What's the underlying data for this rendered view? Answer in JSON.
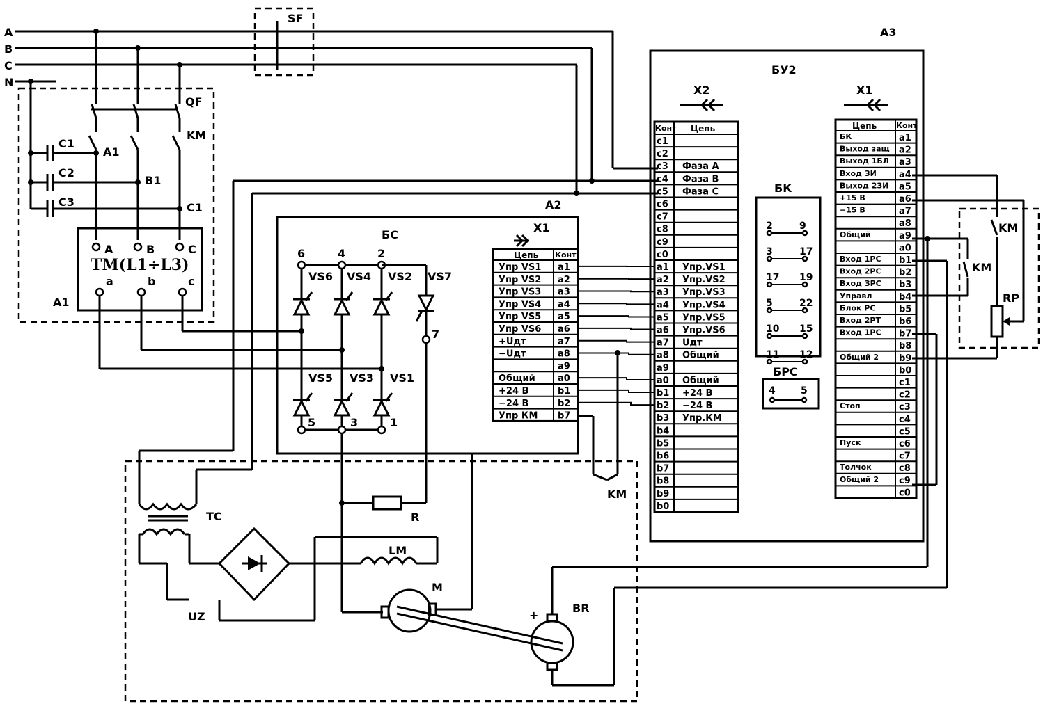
{
  "phases": [
    "A",
    "B",
    "C",
    "N"
  ],
  "labels": {
    "SF": "SF",
    "QF": "QF",
    "KM": "KM",
    "A1": "A1",
    "B1": "B1",
    "C1": "C1",
    "C1cap": "C1",
    "C2cap": "C2",
    "C3cap": "C3",
    "tm": "TM(L1÷L3)",
    "tmA": "A",
    "tmB": "B",
    "tmC": "C",
    "tma": "a",
    "tmb": "b",
    "tmc": "c",
    "A1blk": "A1",
    "A2": "A2",
    "BS": "БС",
    "A3": "A3",
    "BU2": "БУ2",
    "X1a2": "X1",
    "X2": "X2",
    "X1a3": "X1",
    "VS6": "VS6",
    "VS4": "VS4",
    "VS2": "VS2",
    "VS7": "VS7",
    "VS5": "VS5",
    "VS3": "VS3",
    "VS1": "VS1",
    "n6": "6",
    "n4": "4",
    "n2": "2",
    "n7": "7",
    "n5": "5",
    "n3": "3",
    "n1": "1",
    "TC": "TC",
    "UZ": "UZ",
    "R": "R",
    "LM": "LM",
    "M": "M",
    "BR": "BR",
    "plus": "+",
    "KMcoil": "KM",
    "KMa": "KM",
    "KMb": "KM",
    "RP": "RP",
    "BK": "БК",
    "BRS": "БРС"
  },
  "a2_table": {
    "h_circ": "Цепь",
    "h_cont": "Конт",
    "rows": [
      [
        "Упр VS1",
        "a1"
      ],
      [
        "Упр VS2",
        "a2"
      ],
      [
        "Упр VS3",
        "a3"
      ],
      [
        "Упр VS4",
        "a4"
      ],
      [
        "Упр VS5",
        "a5"
      ],
      [
        "Упр VS6",
        "a6"
      ],
      [
        "+Uдт",
        "a7"
      ],
      [
        "−Uдт",
        "a8"
      ],
      [
        "",
        "a9"
      ],
      [
        "Общий",
        "a0"
      ],
      [
        "+24 В",
        "b1"
      ],
      [
        "−24 В",
        "b2"
      ],
      [
        "Упр КМ",
        "b7"
      ]
    ]
  },
  "x2_table": {
    "h_cont": "Конт",
    "h_circ": "Цепь",
    "rows": [
      [
        "c1",
        ""
      ],
      [
        "c2",
        ""
      ],
      [
        "c3",
        "Фаза А"
      ],
      [
        "c4",
        "Фаза В"
      ],
      [
        "c5",
        "Фаза С"
      ],
      [
        "c6",
        ""
      ],
      [
        "c7",
        ""
      ],
      [
        "c8",
        ""
      ],
      [
        "c9",
        ""
      ],
      [
        "c0",
        ""
      ],
      [
        "a1",
        "Упр.VS1"
      ],
      [
        "a2",
        "Упр.VS2"
      ],
      [
        "a3",
        "Упр.VS3"
      ],
      [
        "a4",
        "Упр.VS4"
      ],
      [
        "a5",
        "Упр.VS5"
      ],
      [
        "a6",
        "Упр.VS6"
      ],
      [
        "a7",
        "Uдт"
      ],
      [
        "a8",
        "Общий"
      ],
      [
        "a9",
        ""
      ],
      [
        "a0",
        "Общий"
      ],
      [
        "b1",
        "+24 В"
      ],
      [
        "b2",
        "−24 В"
      ],
      [
        "b3",
        "Упр.КМ"
      ],
      [
        "b4",
        ""
      ],
      [
        "b5",
        ""
      ],
      [
        "b6",
        ""
      ],
      [
        "b7",
        ""
      ],
      [
        "b8",
        ""
      ],
      [
        "b9",
        ""
      ],
      [
        "b0",
        ""
      ]
    ]
  },
  "x1_table": {
    "h_circ": "Цепь",
    "h_cont": "Конт",
    "rows": [
      [
        "БК",
        "a1"
      ],
      [
        "Выход защ",
        "a2"
      ],
      [
        "Выход 1БЛ",
        "a3"
      ],
      [
        "Вход ЗИ",
        "a4"
      ],
      [
        "Выход 2ЗИ",
        "a5"
      ],
      [
        "+15 В",
        "a6"
      ],
      [
        "−15 В",
        "a7"
      ],
      [
        "",
        "a8"
      ],
      [
        "Общий",
        "a9"
      ],
      [
        "",
        "a0"
      ],
      [
        "Вход 1РС",
        "b1"
      ],
      [
        "Вход 2РС",
        "b2"
      ],
      [
        "Вход ЗРС",
        "b3"
      ],
      [
        "Управл",
        "b4"
      ],
      [
        "Блок РС",
        "b5"
      ],
      [
        "Вход 2РТ",
        "b6"
      ],
      [
        "Вход 1РС",
        "b7"
      ],
      [
        "",
        "b8"
      ],
      [
        "Общий 2",
        "b9"
      ],
      [
        "",
        "b0"
      ],
      [
        "",
        "c1"
      ],
      [
        "",
        "c2"
      ],
      [
        "Стоп",
        "c3"
      ],
      [
        "",
        "c4"
      ],
      [
        "",
        "c5"
      ],
      [
        "Пуск",
        "c6"
      ],
      [
        "",
        "c7"
      ],
      [
        "Толчок",
        "c8"
      ],
      [
        "Общий 2",
        "c9"
      ],
      [
        "",
        "c0"
      ]
    ]
  },
  "bk_pairs": [
    [
      "2",
      "9"
    ],
    [
      "3",
      "17"
    ],
    [
      "17",
      "19"
    ],
    [
      "5",
      "22"
    ],
    [
      "10",
      "15"
    ],
    [
      "11",
      "12"
    ]
  ],
  "brs_pair": [
    "4",
    "5"
  ]
}
